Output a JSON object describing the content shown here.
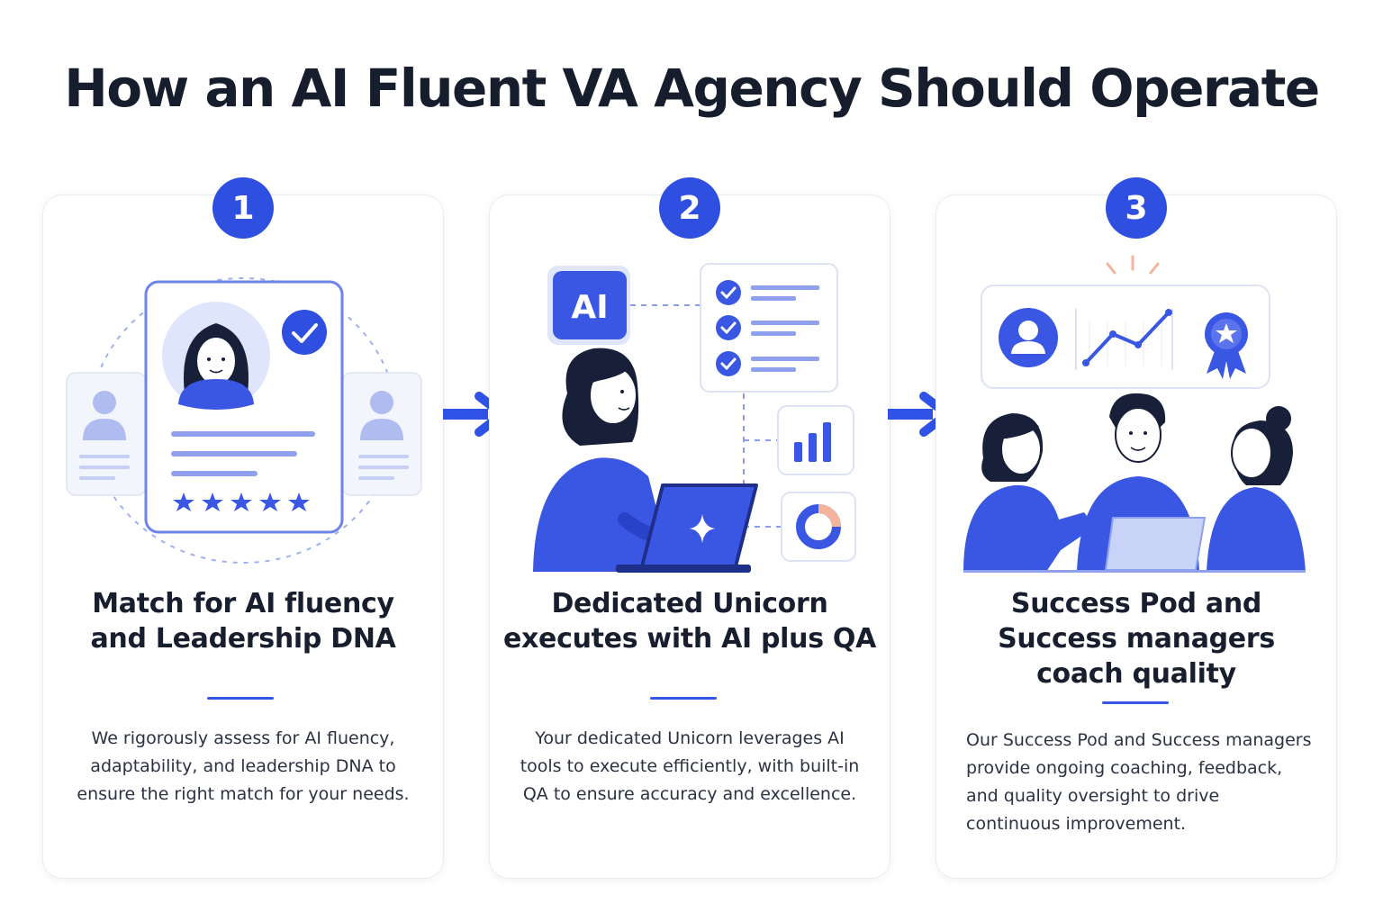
{
  "title": "How an AI Fluent VA Agency Should Operate",
  "colors": {
    "accent": "#2f4fe0",
    "accent_light": "#dfe5fb",
    "text": "#171e2e",
    "peach": "#f4b39c"
  },
  "steps": [
    {
      "number": "1",
      "title_lines": [
        "Match for AI fluency",
        "and Leadership DNA"
      ],
      "description_lines": [
        "We rigorously assess for AI fluency,",
        "adaptability, and leadership DNA to",
        "ensure the right match for your needs."
      ],
      "icons": [
        "candidate-profile-card-icon",
        "checkmark-badge-icon",
        "five-star-rating-icon",
        "side-profile-card-icon"
      ]
    },
    {
      "number": "2",
      "title_lines": [
        "Dedicated Unicorn",
        "executes with AI plus QA"
      ],
      "ai_badge": "AI",
      "description_lines": [
        "Your dedicated Unicorn leverages AI",
        "tools to execute efficiently, with built-in",
        "QA to ensure accuracy and excellence."
      ],
      "icons": [
        "ai-badge-icon",
        "checklist-icon",
        "bar-chart-icon",
        "donut-chart-icon",
        "laptop-sparkle-icon"
      ]
    },
    {
      "number": "3",
      "title_lines": [
        "Success Pod and",
        "Success managers",
        "coach quality"
      ],
      "description_lines": [
        "Our Success Pod and Success managers",
        "provide ongoing coaching, feedback,",
        "and quality oversight to drive",
        "continuous improvement."
      ],
      "icons": [
        "user-avatar-icon",
        "line-chart-icon",
        "award-ribbon-icon",
        "team-of-three-icon"
      ]
    }
  ]
}
